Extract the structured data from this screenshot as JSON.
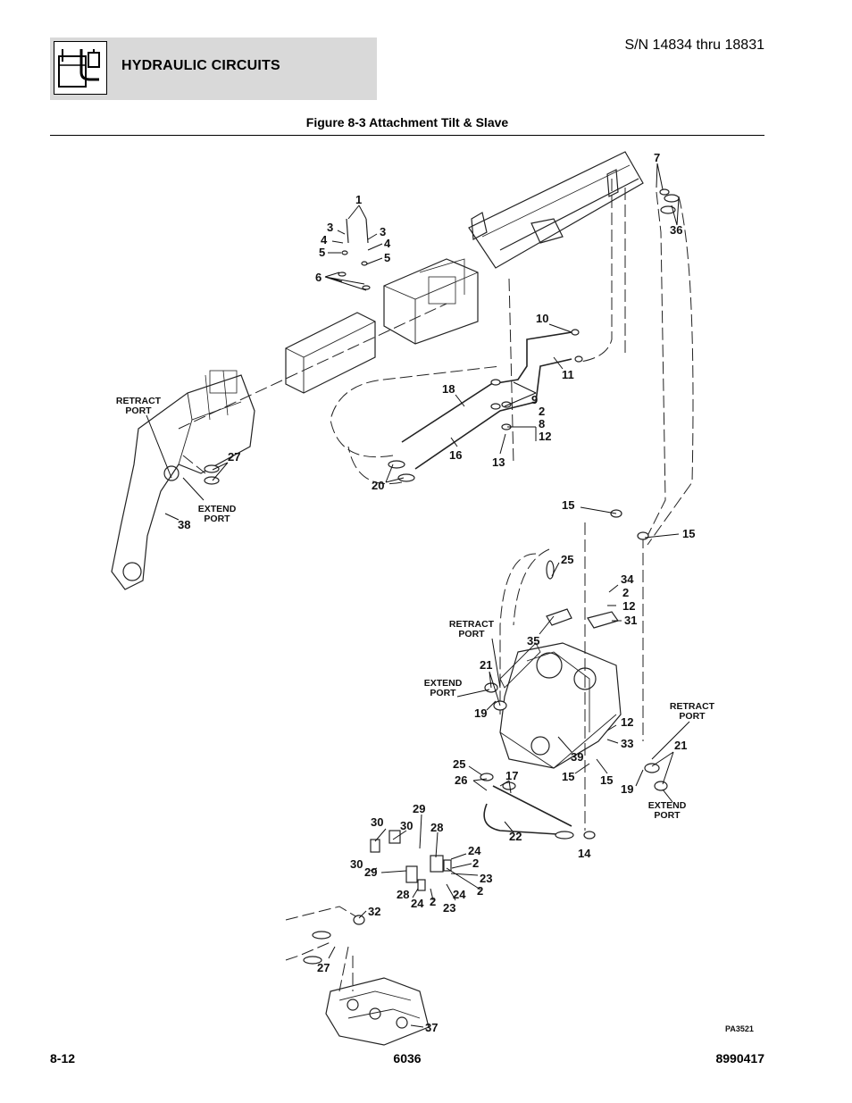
{
  "header": {
    "section_title": "HYDRAULIC CIRCUITS",
    "section_icon": "hydraulic-tank-icon",
    "serial_range": "S/N 14834 thru 18831"
  },
  "figure": {
    "title": "Figure 8-3 Attachment Tilt & Slave",
    "drawing_id": "PA3521",
    "port_labels": {
      "retract_upper_left": "RETRACT PORT",
      "extend_left": "EXTEND PORT",
      "retract_middle": "RETRACT PORT",
      "extend_middle": "EXTEND PORT",
      "retract_right": "RETRACT PORT",
      "extend_right": "EXTEND PORT"
    },
    "callouts": [
      "1",
      "3",
      "3",
      "4",
      "4",
      "5",
      "5",
      "6",
      "7",
      "36",
      "10",
      "11",
      "9",
      "18",
      "2",
      "8",
      "12",
      "16",
      "13",
      "20",
      "27",
      "38",
      "15",
      "15",
      "25",
      "34",
      "2",
      "12",
      "31",
      "35",
      "21",
      "19",
      "12",
      "33",
      "39",
      "15",
      "15",
      "21",
      "19",
      "25",
      "26",
      "17",
      "29",
      "30",
      "30",
      "28",
      "24",
      "2",
      "23",
      "22",
      "14",
      "30",
      "29",
      "28",
      "24",
      "2",
      "23",
      "24",
      "2",
      "32",
      "27",
      "37"
    ]
  },
  "footer": {
    "page_number": "8-12",
    "model": "6036",
    "document_number": "8990417"
  }
}
